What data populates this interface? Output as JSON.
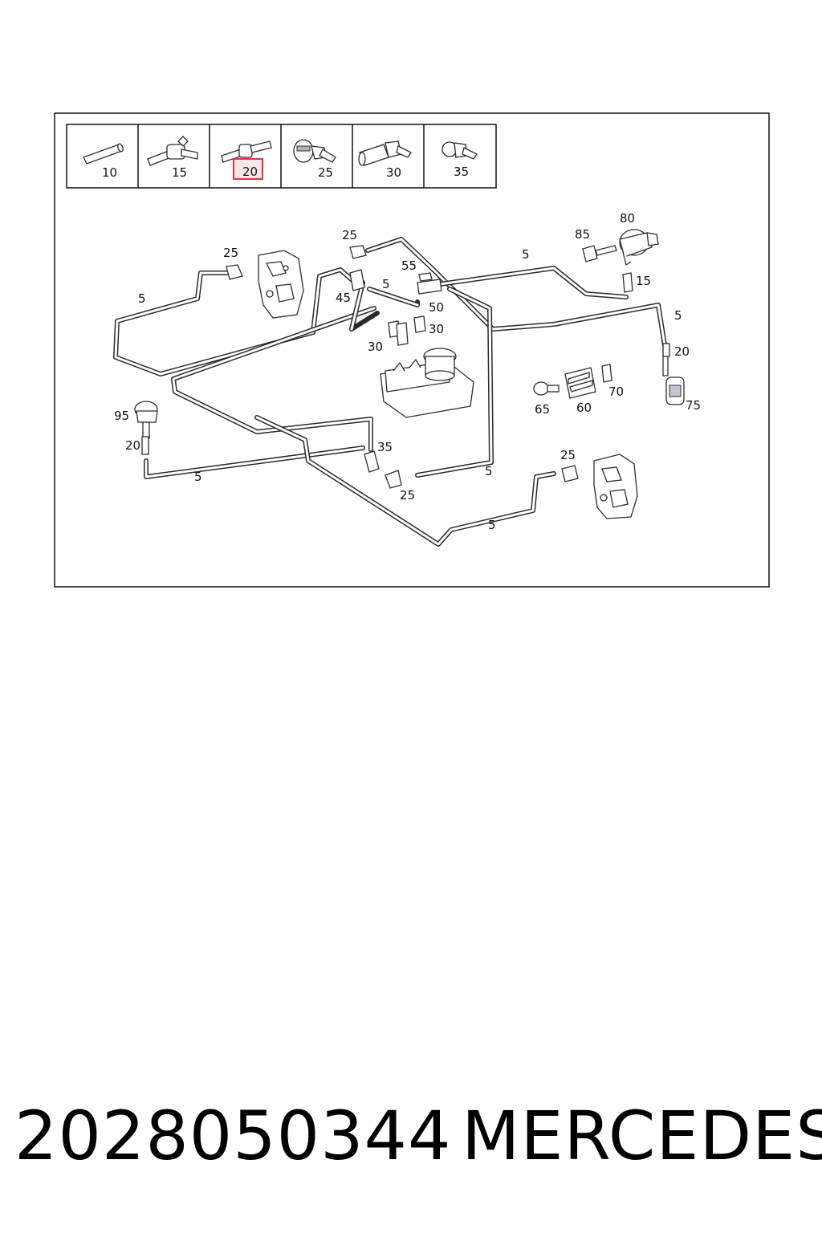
{
  "legend": {
    "items": [
      {
        "id": "legend-10",
        "label": "10"
      },
      {
        "id": "legend-15",
        "label": "15"
      },
      {
        "id": "legend-20",
        "label": "20",
        "highlighted": true
      },
      {
        "id": "legend-25",
        "label": "25"
      },
      {
        "id": "legend-30",
        "label": "30"
      },
      {
        "id": "legend-35",
        "label": "35"
      }
    ],
    "highlight_color": "#d9363e"
  },
  "callouts": {
    "c25_left": "25",
    "c5_left": "5",
    "c25_top": "25",
    "c55": "55",
    "c5_mid": "5",
    "c45": "45",
    "c50": "50",
    "c30_right": "30",
    "c30_left": "30",
    "c5_top_right": "5",
    "c85": "85",
    "c80": "80",
    "c15": "15",
    "c5_right": "5",
    "c20_right": "20",
    "c75": "75",
    "c70": "70",
    "c65": "65",
    "c60": "60",
    "c95": "95",
    "c20_left": "20",
    "c5_bottom_left": "5",
    "c35": "35",
    "c25_bottom": "25",
    "c5_bottom_mid": "5",
    "c25_bottom_right": "25",
    "c5_bottom_right": "5"
  },
  "footer": {
    "part_number": "2028050344",
    "brand": "MERCEDES"
  }
}
